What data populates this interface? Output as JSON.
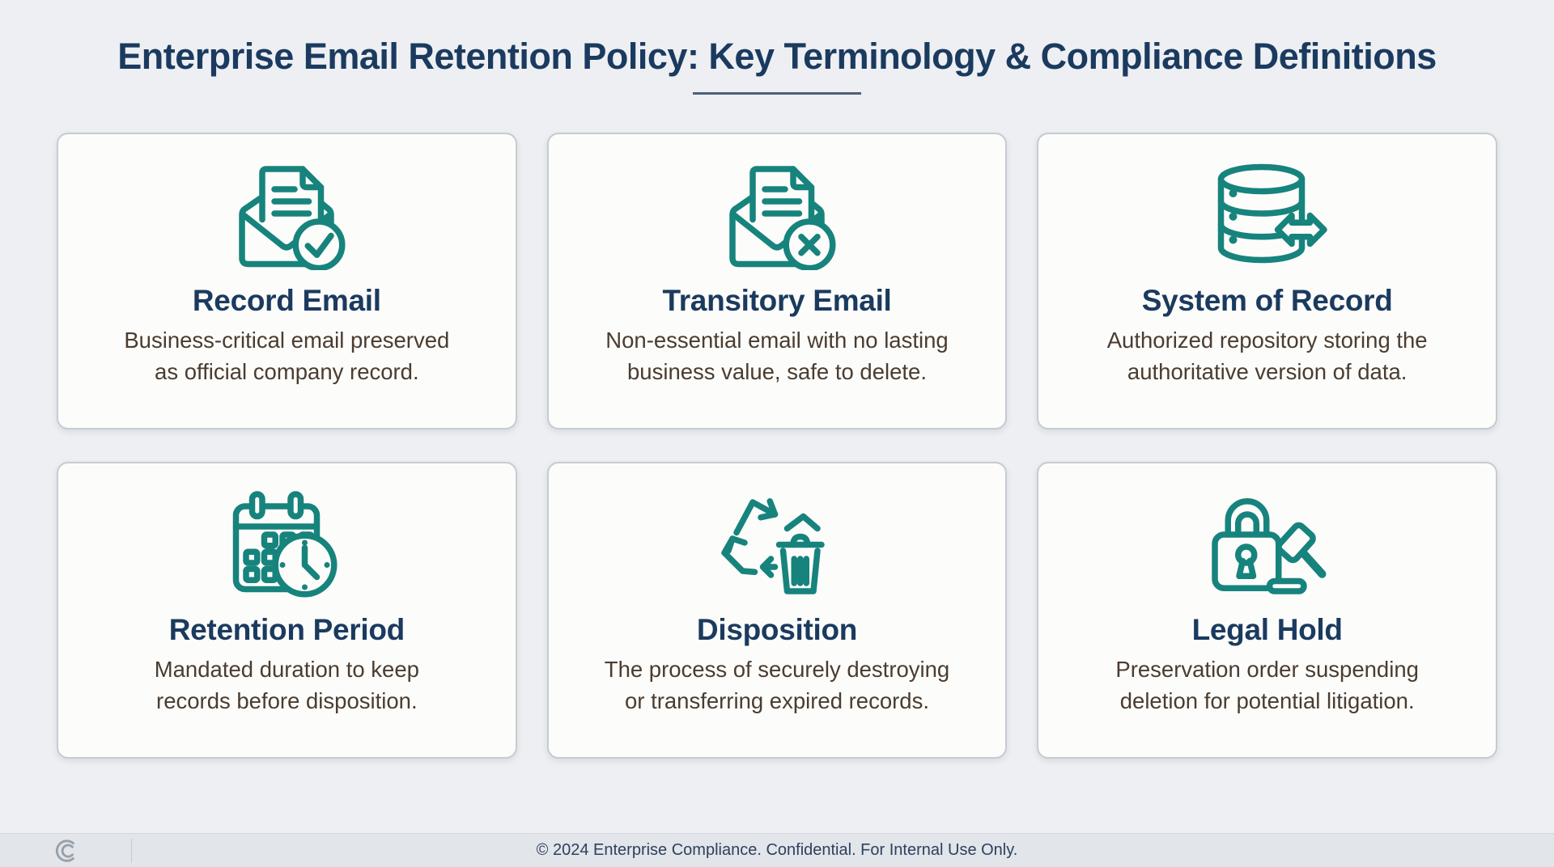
{
  "theme": {
    "page_background": "#edeff2",
    "card_background": "#fcfcfa",
    "card_border": "#c6cbd3",
    "accent_teal": "#17837d",
    "heading_navy": "#1b3a5f",
    "description_brown": "#4a3c30",
    "footer_background": "#e2e5e9"
  },
  "header": {
    "title": "Enterprise Email Retention Policy: Key Terminology & Compliance Definitions"
  },
  "cards": [
    {
      "icon": "record-email-icon",
      "title": "Record Email",
      "description_lines": [
        "Business-critical email preserved",
        "as official company record."
      ]
    },
    {
      "icon": "transitory-email-icon",
      "title": "Transitory Email",
      "description_lines": [
        "Non-essential email with no lasting",
        "business value, safe to delete."
      ]
    },
    {
      "icon": "system-of-record-icon",
      "title": "System of Record",
      "description_lines": [
        "Authorized repository storing the",
        "authoritative version of data."
      ]
    },
    {
      "icon": "retention-period-icon",
      "title": "Retention Period",
      "description_lines": [
        "Mandated duration to keep",
        "records before disposition."
      ]
    },
    {
      "icon": "disposition-icon",
      "title": "Disposition",
      "description_lines": [
        "The process of securely destroying",
        "or transferring expired records."
      ]
    },
    {
      "icon": "legal-hold-icon",
      "title": "Legal Hold",
      "description_lines": [
        "Preservation order suspending",
        "deletion for potential litigation."
      ]
    }
  ],
  "footer": {
    "logo": "compliance-logo",
    "text": "© 2024 Enterprise Compliance. Confidential. For Internal Use Only."
  }
}
